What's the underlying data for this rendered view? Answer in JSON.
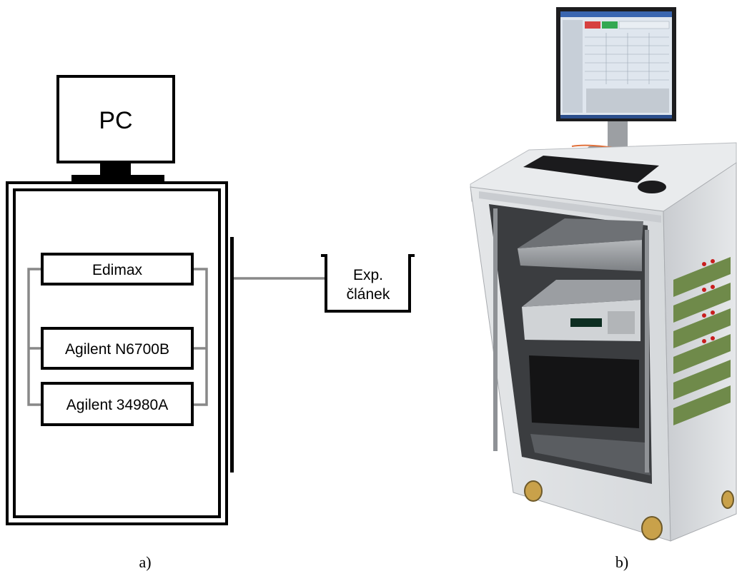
{
  "diagram": {
    "pc_label": "PC",
    "devices": [
      "Edimax",
      "Agilent N6700B",
      "Agilent 34980A"
    ],
    "cell_label_line1": "Exp.",
    "cell_label_line2": "článek"
  },
  "captions": {
    "left": "a)",
    "right": "b)"
  }
}
